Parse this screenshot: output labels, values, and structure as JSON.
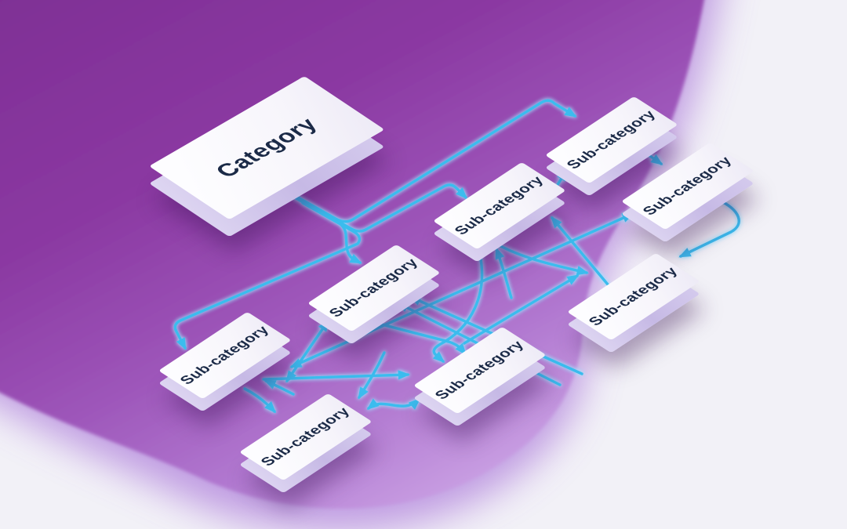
{
  "nodes": [
    {
      "id": "category",
      "label": "Category"
    },
    {
      "id": "sub-top-right",
      "label": "Sub-category"
    },
    {
      "id": "sub-right",
      "label": "Sub-category"
    },
    {
      "id": "sub-mid-upper",
      "label": "Sub-category"
    },
    {
      "id": "sub-middle",
      "label": "Sub-category"
    },
    {
      "id": "sub-right-mid",
      "label": "Sub-category"
    },
    {
      "id": "sub-left",
      "label": "Sub-category"
    },
    {
      "id": "sub-bottom-mid",
      "label": "Sub-category"
    },
    {
      "id": "sub-bottom",
      "label": "Sub-category"
    }
  ],
  "colors": {
    "background": "#f2f1f7",
    "blob_stops": [
      "#7c2d92",
      "#8b39a2",
      "#9d55b9",
      "#b178d0",
      "#cfa9e8"
    ],
    "blob_halo": "#b487dd",
    "arrow": "#3abcee",
    "arrow_glow": "#9ce4ff",
    "box_face": "#fdfdff",
    "box_side": "#c6b9e5",
    "label_text": "#1b2a47"
  }
}
